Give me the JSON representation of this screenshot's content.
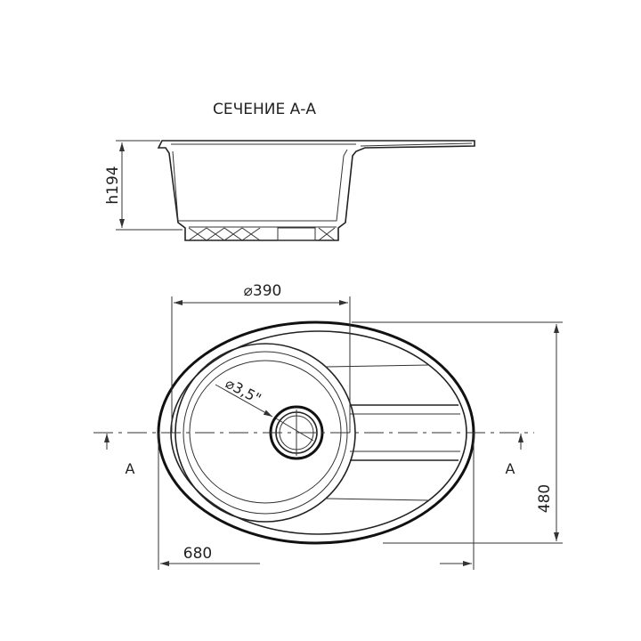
{
  "section": {
    "title": "СЕЧЕНИЕ А-А",
    "height_dim": "h194"
  },
  "plan": {
    "bowl_diameter": "⌀390",
    "drain_diameter": "⌀3,5\"",
    "length_dim": "680",
    "width_dim": "480",
    "section_mark_left": "A",
    "section_mark_right": "A"
  },
  "colors": {
    "line": "#222222",
    "background": "#ffffff"
  }
}
